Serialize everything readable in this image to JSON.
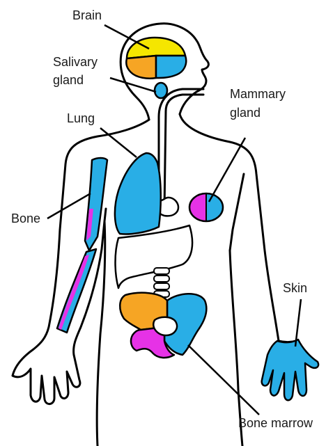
{
  "colors": {
    "yellow": "#f5e600",
    "orange": "#f6a524",
    "cyan": "#29aee6",
    "magenta": "#e632e6",
    "white": "#ffffff",
    "ink": "#000000"
  },
  "labels": {
    "brain": "Brain",
    "salivary_1": "Salivary",
    "salivary_2": "gland",
    "lung": "Lung",
    "mammary_1": "Mammary",
    "mammary_2": "gland",
    "bone": "Bone",
    "skin": "Skin",
    "bone_marrow": "Bone marrow"
  }
}
